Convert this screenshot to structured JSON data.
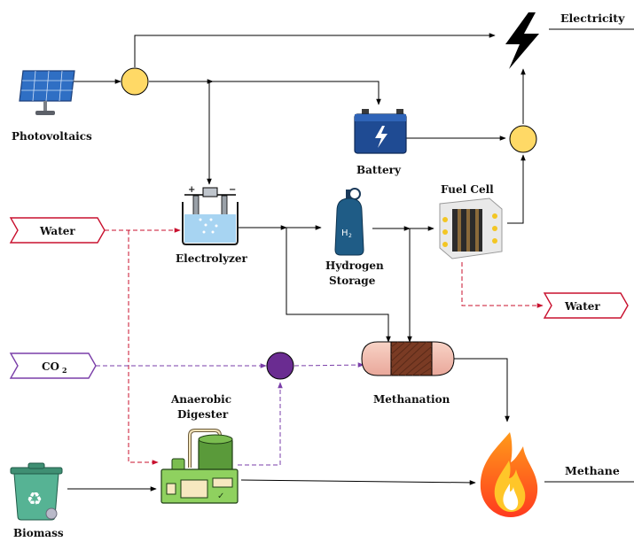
{
  "labels": {
    "photovoltaics": "Photovoltaics",
    "battery": "Battery",
    "electrolyzer": "Electrolyzer",
    "hydrogen_storage_line1": "Hydrogen",
    "hydrogen_storage_line2": "Storage",
    "fuel_cell": "Fuel Cell",
    "methanation": "Methanation",
    "anaerobic_digester_line1": "Anaerobic",
    "anaerobic_digester_line2": "Digester",
    "biomass": "Biomass",
    "electricity": "Electricity",
    "methane": "Methane",
    "water_in": "Water",
    "water_out": "Water",
    "co2_main": "CO",
    "co2_sub": "2",
    "h2_tank_label": "H",
    "h2_tank_sub": "2"
  },
  "colors": {
    "electric_line": "#000000",
    "water_line": "#c8102e",
    "co2_line": "#7a3ea8",
    "junction_yellow": "#ffd966",
    "junction_purple": "#6a2c91",
    "water_tag": "#c8102e",
    "co2_tag": "#7a3ea8"
  },
  "icons": {
    "photovoltaics": "solar-panel-icon",
    "battery": "battery-icon",
    "electrolyzer": "electrolyzer-icon",
    "hydrogen_storage": "hydrogen-tank-icon",
    "fuel_cell": "fuel-cell-icon",
    "methanation": "methanation-reactor-icon",
    "anaerobic_digester": "anaerobic-digester-icon",
    "biomass": "recycle-bin-icon",
    "electricity": "lightning-bolt-icon",
    "methane": "flame-icon"
  }
}
